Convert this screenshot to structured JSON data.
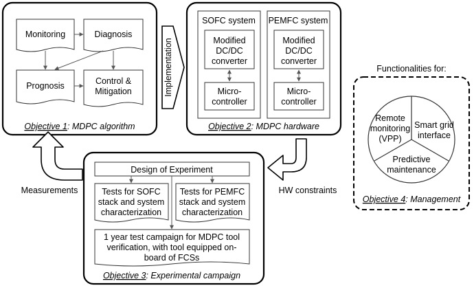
{
  "objective1": {
    "monitoring": "Monitoring",
    "diagnosis": "Diagnosis",
    "prognosis": "Prognosis",
    "control_1": "Control &",
    "control_2": "Mitigation",
    "caption_label": "Objective 1",
    "caption_rest": ": MDPC algorithm"
  },
  "implementation": "Implementation",
  "objective2": {
    "sofc_title": "SOFC system",
    "pemfc_title": "PEMFC system",
    "converter_1": "Modified",
    "converter_2": "DC/DC",
    "converter_3": "converter",
    "micro_1": "Micro-",
    "micro_2": "controller",
    "caption_label": "Objective 2",
    "caption_rest": ": MDPC hardware"
  },
  "hw_constraints": "HW constraints",
  "measurements": "Measurements",
  "objective3": {
    "doe": "Design of Experiment",
    "sofc_tests_1": "Tests for SOFC",
    "sofc_tests_2": "stack and system",
    "sofc_tests_3": "characterization",
    "pemfc_tests_1": "Tests for PEMFC",
    "pemfc_tests_2": "stack and system",
    "pemfc_tests_3": "characterization",
    "campaign_1": "1 year test campaign for MDPC tool",
    "campaign_2": "verification, with tool equipped on-",
    "campaign_3": "board of FCSs",
    "caption_label": "Objective 3",
    "caption_rest": ": Experimental campaign"
  },
  "objective4": {
    "heading": "Functionalities for:",
    "remote_1": "Remote",
    "remote_2": "monitoring",
    "remote_3": "(VPP)",
    "smartgrid_1": "Smart grid",
    "smartgrid_2": "interface",
    "predictive_1": "Predictive",
    "predictive_2": "maintenance",
    "caption_label": "Objective 4",
    "caption_rest": ": Management"
  }
}
